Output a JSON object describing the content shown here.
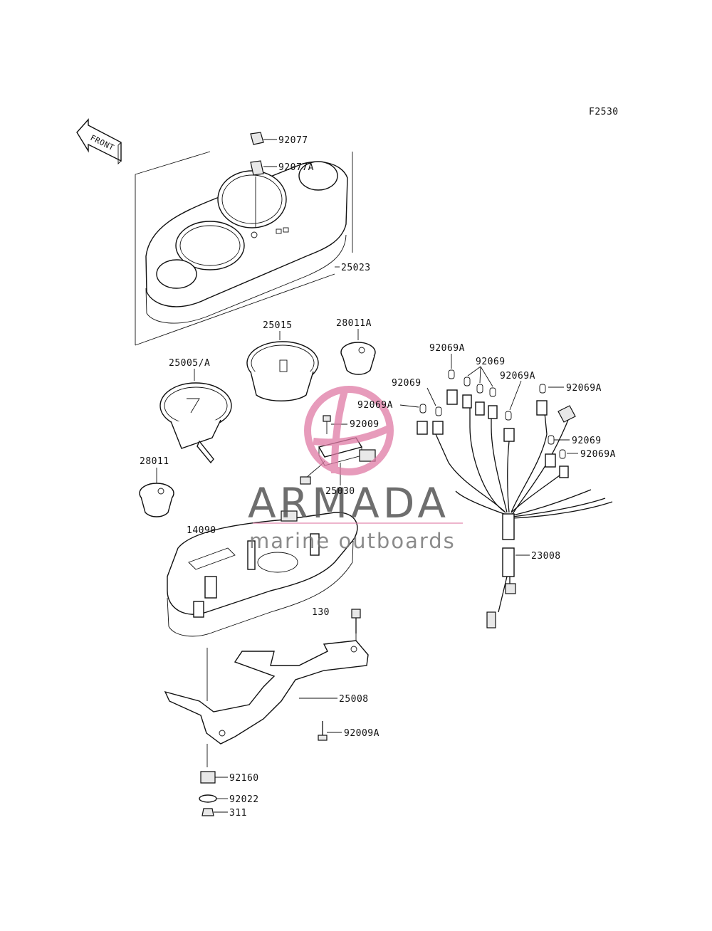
{
  "figure_code": "F2530",
  "front_arrow_text": "FRONT",
  "watermark": {
    "title": "ARMADA",
    "subtitle": "marine outboards",
    "accent_color": "#e07aa5"
  },
  "part_labels": {
    "p92077": "92077",
    "p92077A": "92077A",
    "p25023": "25023",
    "p25015": "25015",
    "p28011A": "28011A",
    "p25005A": "25005/A",
    "p28011": "28011",
    "p92009": "92009",
    "p25030": "25030",
    "p14090": "14090",
    "p130": "130",
    "p25008": "25008",
    "p92009A": "92009A",
    "p92160": "92160",
    "p92022": "92022",
    "p311": "311",
    "p23008": "23008",
    "p92069A_top": "92069A",
    "p92069_top": "92069",
    "p92069A_mid": "92069A",
    "p92069A_right": "92069A",
    "p92069_left": "92069",
    "p92069A_left": "92069A",
    "p92069_right": "92069",
    "p92069A_right2": "92069A"
  }
}
